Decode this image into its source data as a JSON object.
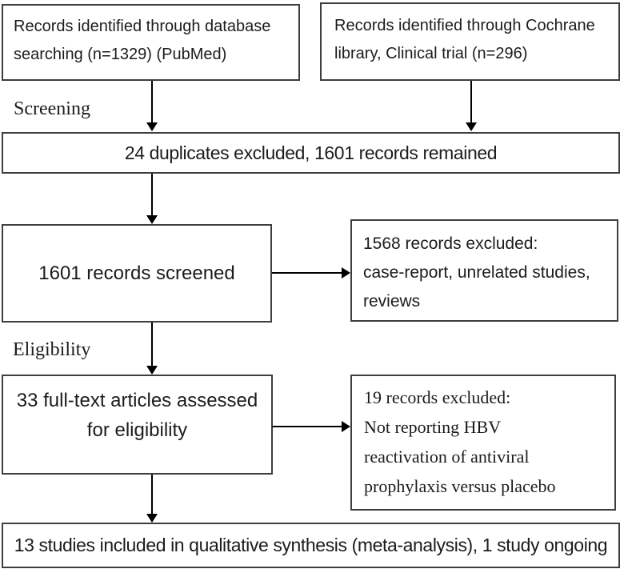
{
  "colors": {
    "background": "#ffffff",
    "box_border": "#3e3e3e",
    "text": "#1c1c1c",
    "arrow": "#000000"
  },
  "stage_labels": {
    "screening": "Screening",
    "eligibility": "Eligibility"
  },
  "boxes": {
    "identification_database": {
      "lines": [
        "Records identified through database",
        "searching (n=1329) (PubMed)"
      ]
    },
    "identification_cochrane": {
      "lines": [
        "Records identified through Cochrane",
        "library, Clinical trial (n=296)"
      ]
    },
    "duplicates_excluded": {
      "text": "24 duplicates excluded, 1601 records remained"
    },
    "records_screened": {
      "text": "1601 records screened"
    },
    "screening_excluded": {
      "lines": [
        "1568 records excluded:",
        "case-report, unrelated studies,",
        "reviews"
      ]
    },
    "fulltext_assessed": {
      "lines": [
        "33 full-text articles assessed",
        "for eligibility"
      ]
    },
    "fulltext_excluded": {
      "lines": [
        "19 records excluded:",
        "Not reporting HBV",
        "reactivation of antiviral",
        "prophylaxis versus placebo"
      ]
    },
    "studies_included": {
      "text": "13 studies included in qualitative synthesis (meta-analysis), 1 study ongoing"
    }
  }
}
